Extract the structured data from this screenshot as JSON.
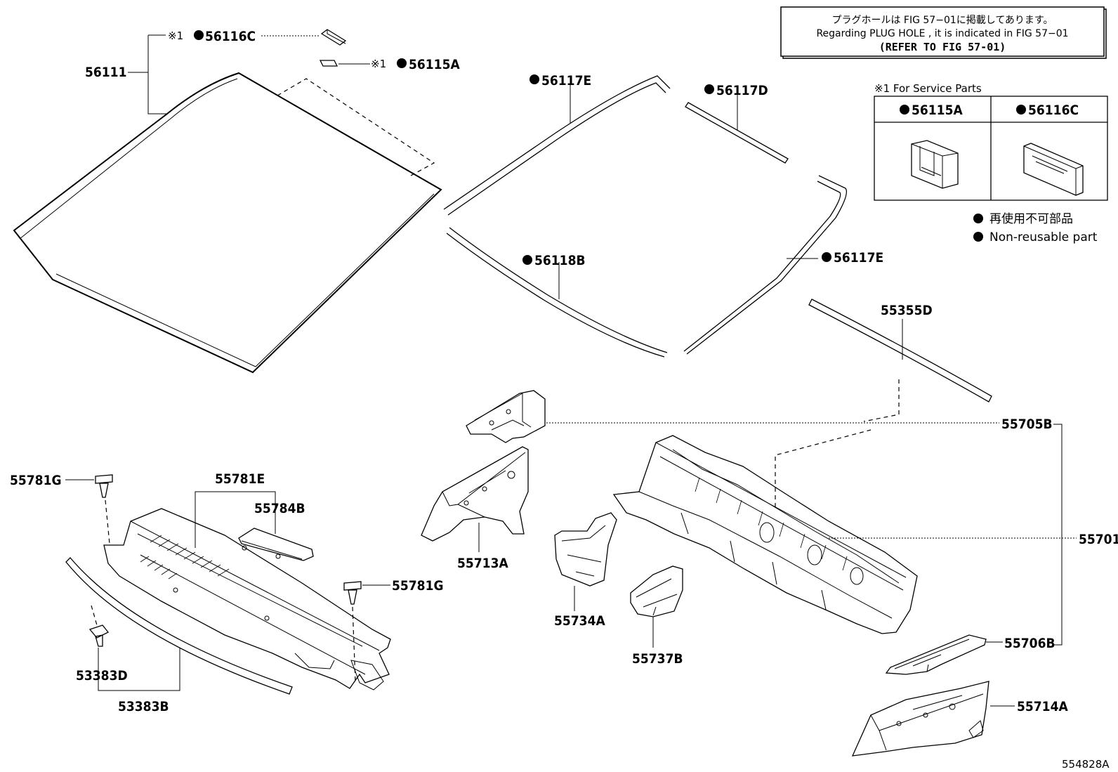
{
  "note_box": {
    "line1": "プラグホールは FIG  57−01に掲載してあります。",
    "line2": "Regarding  PLUG  HOLE , it is indicated in FIG  57−01",
    "line3": "(REFER TO FIG 57-01)"
  },
  "service_parts": {
    "title": "※1 For Service Parts",
    "col1": "56115A",
    "col2": "56116C"
  },
  "legend": {
    "jp": "再使用不可部品",
    "en": "Non-reusable part"
  },
  "marks": {
    "ref1": "※1"
  },
  "parts": {
    "p56111": "56111",
    "p56116C": "56116C",
    "p56115A": "56115A",
    "p56117E_top": "56117E",
    "p56117D": "56117D",
    "p56118B": "56118B",
    "p56117E_right": "56117E",
    "p55355D": "55355D",
    "p55705B": "55705B",
    "p55701": "55701",
    "p55706B": "55706B",
    "p55714A": "55714A",
    "p55713A": "55713A",
    "p55734A": "55734A",
    "p55737B": "55737B",
    "p55781G_left": "55781G",
    "p55781E": "55781E",
    "p55784B": "55784B",
    "p55781G_right": "55781G",
    "p53383D": "53383D",
    "p53383B": "53383B"
  },
  "figure_id": "554828A"
}
